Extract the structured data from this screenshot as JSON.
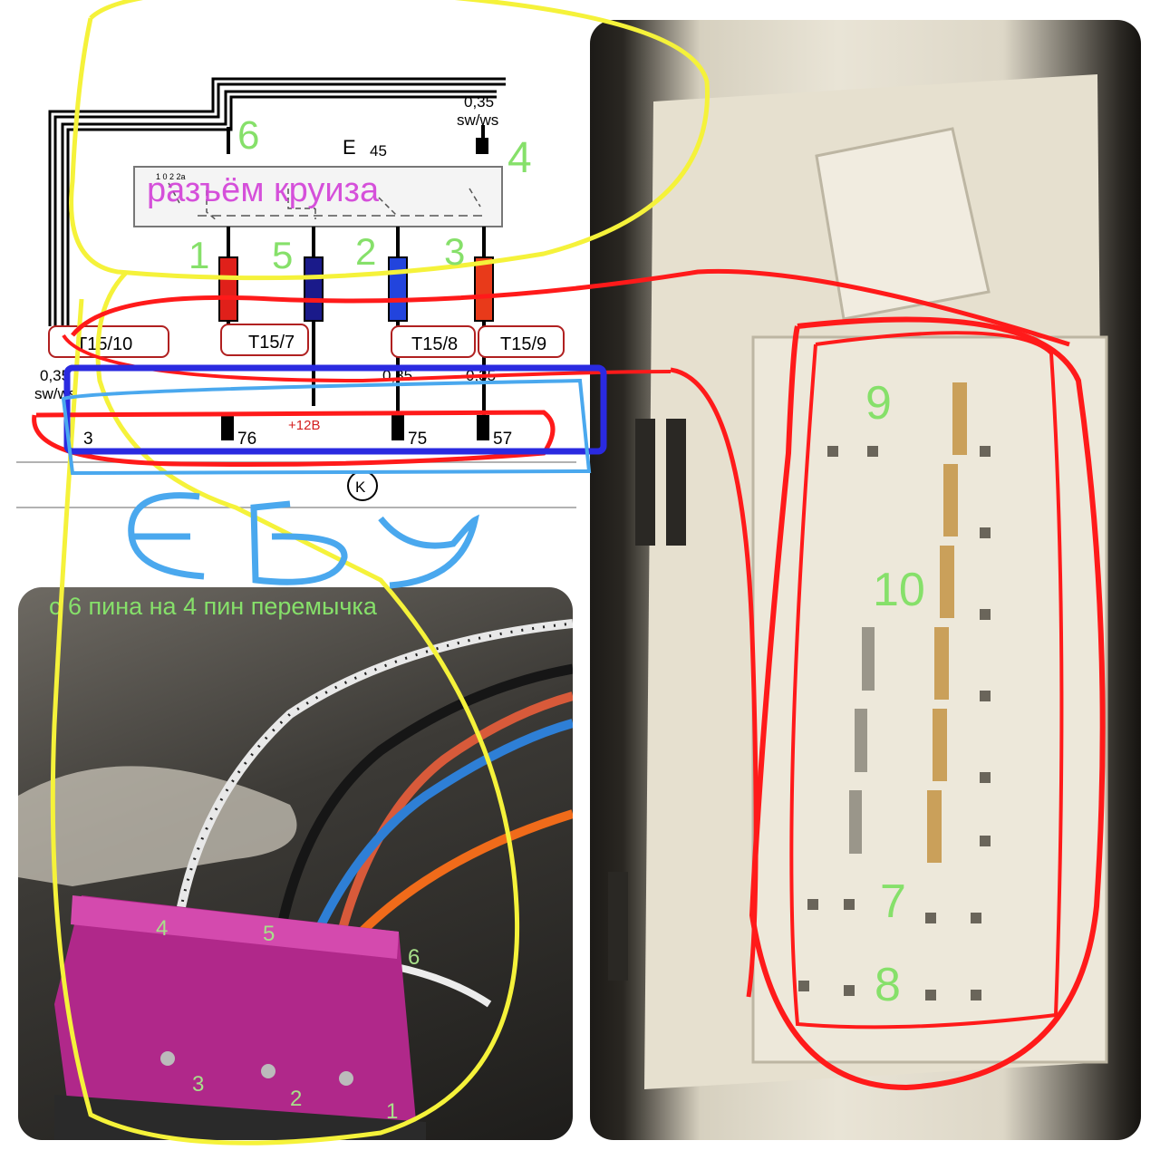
{
  "schematic": {
    "component": "E",
    "component_num": "45",
    "top_wire_gauge": "0,35",
    "top_wire_color": "sw/ws",
    "left_wire_gauge": "0,35",
    "left_wire_color": "sw/ws",
    "mid_gauge_a": "0,35",
    "mid_gauge_b": "0,35",
    "mini_label": "1 0 2 2a",
    "connector_labels": [
      "T15/10",
      "T15/7",
      "T15/8",
      "T15/9"
    ],
    "terminal_numbers": [
      "76",
      "75",
      "57"
    ],
    "left_terminal_partial": "3",
    "supply_label": "+12В",
    "ground_symbol": "K",
    "overlay_title": "разъём круиза",
    "ecu_label": "ЕБУ",
    "pin_numbers": [
      "6",
      "4",
      "1",
      "5",
      "2",
      "3"
    ]
  },
  "wiring_photo": {
    "caption": "с 6 пина на 4 пин перемычка",
    "pin_labels": [
      "4",
      "5",
      "6",
      "3",
      "2",
      "1"
    ]
  },
  "connector_photo": {
    "pin_labels": [
      "9",
      "10",
      "7",
      "8"
    ]
  },
  "colors": {
    "highlight_yellow": "#f5f23a",
    "highlight_red": "#ff1a1a",
    "highlight_blue": "#2a2ae0",
    "highlight_light_blue": "#4aa8ee",
    "label_green": "#86e06a",
    "title_magenta": "#d23fd8"
  }
}
